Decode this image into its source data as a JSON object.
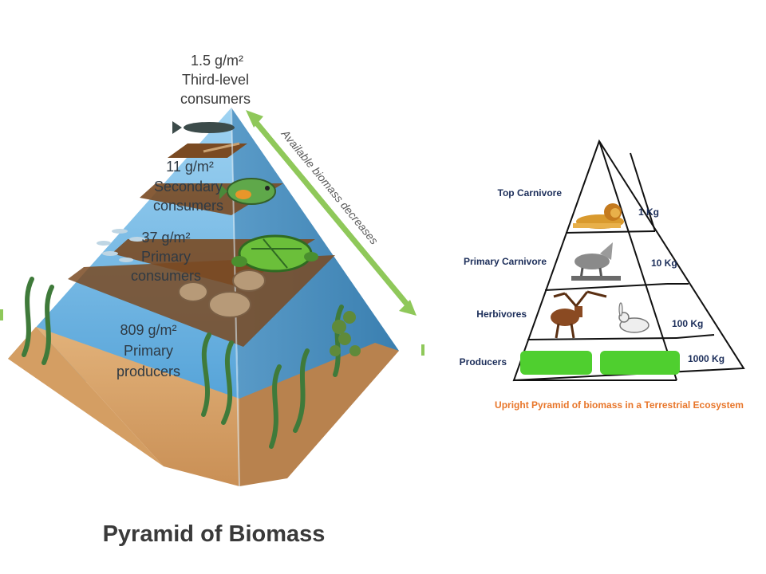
{
  "left_pyramid": {
    "arrow_label": "Available biomass decreases",
    "levels": [
      {
        "value": "1.5 g/m²",
        "name_lines": [
          "Third-level",
          "consumers"
        ]
      },
      {
        "value": "11 g/m²",
        "name_lines": [
          "Secondary",
          "consumers"
        ]
      },
      {
        "value": "37 g/m²",
        "name_lines": [
          "Primary",
          "consumers"
        ]
      },
      {
        "value": "809 g/m²",
        "name_lines": [
          "Primary",
          "producers"
        ]
      }
    ],
    "caption": "Pyramid of Biomass"
  },
  "right_pyramid": {
    "levels": [
      {
        "name": "Top Carnivore",
        "value": "1 Kg"
      },
      {
        "name": "Primary Carnivore",
        "value": "10 Kg"
      },
      {
        "name": "Herbivores",
        "value": "100 Kg"
      },
      {
        "name": "Producers",
        "value": "1000 Kg"
      }
    ],
    "caption": "Upright Pyramid of biomass in a Terrestrial Ecosystem"
  },
  "colors": {
    "water": "#6fb4e0",
    "sand": "#d9a56a",
    "divider": "#7a4a22",
    "arrow": "#8fc85a",
    "caption_orange": "#e8762a",
    "label_navy": "#1c2e5a",
    "grass": "#4fcf2f"
  }
}
